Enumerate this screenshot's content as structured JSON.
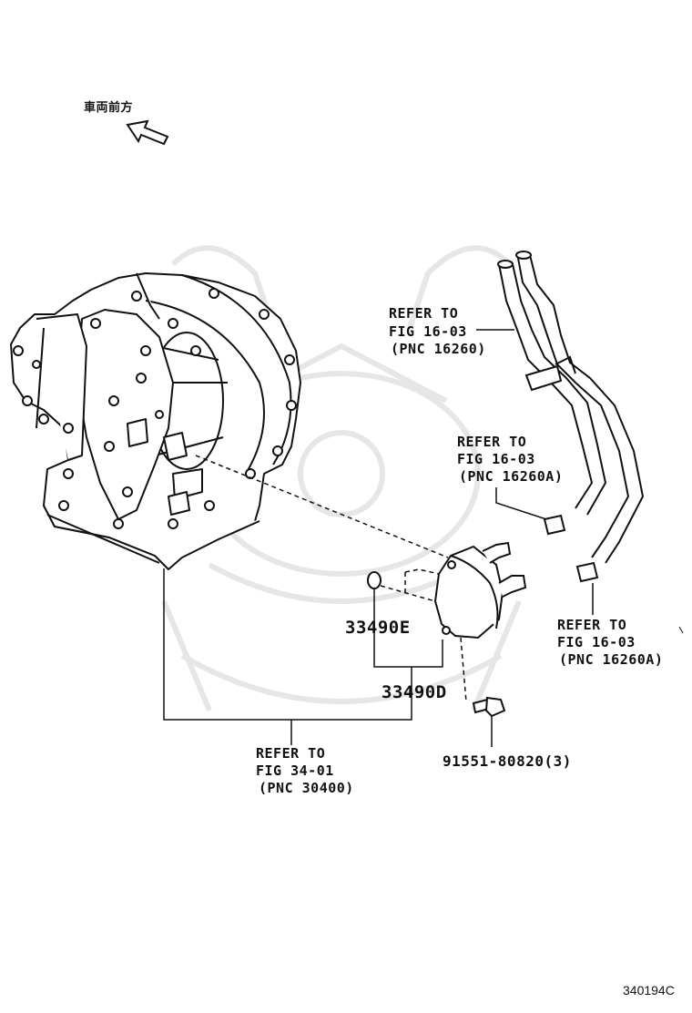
{
  "front_label": "車両前方",
  "refer_hose_upper": [
    "REFER TO",
    "FIG 16-03",
    "(PNC 16260)"
  ],
  "refer_clamp_mid": [
    "REFER TO",
    "FIG 16-03",
    "(PNC 16260A)"
  ],
  "refer_clamp_lower": [
    "REFER TO",
    "FIG 16-03",
    "(PNC 16260A)"
  ],
  "refer_transaxle": [
    "REFER TO",
    "FIG 34-01",
    "(PNC 30400)"
  ],
  "part_oring": "33490E",
  "part_cooler": "33490D",
  "part_bolt": "91551-80820(3)",
  "figure_id": "340194C",
  "colors": {
    "line": "#111111",
    "watermark": "#e6e6e6"
  }
}
